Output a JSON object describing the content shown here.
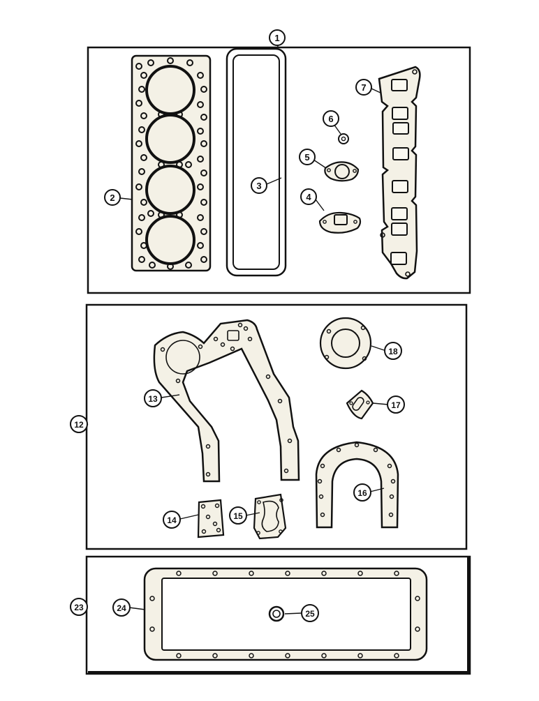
{
  "callouts": {
    "c1": "1",
    "c2": "2",
    "c3": "3",
    "c4": "4",
    "c5": "5",
    "c6": "6",
    "c7": "7",
    "c12": "12",
    "c13": "13",
    "c14": "14",
    "c15": "15",
    "c16": "16",
    "c17": "17",
    "c18": "18",
    "c23": "23",
    "c24": "24",
    "c25": "25"
  },
  "colors": {
    "ink": "#111111",
    "gasket_fill": "#f4f1e6",
    "gasket_face": "#faf8f0",
    "background": "#ffffff"
  }
}
